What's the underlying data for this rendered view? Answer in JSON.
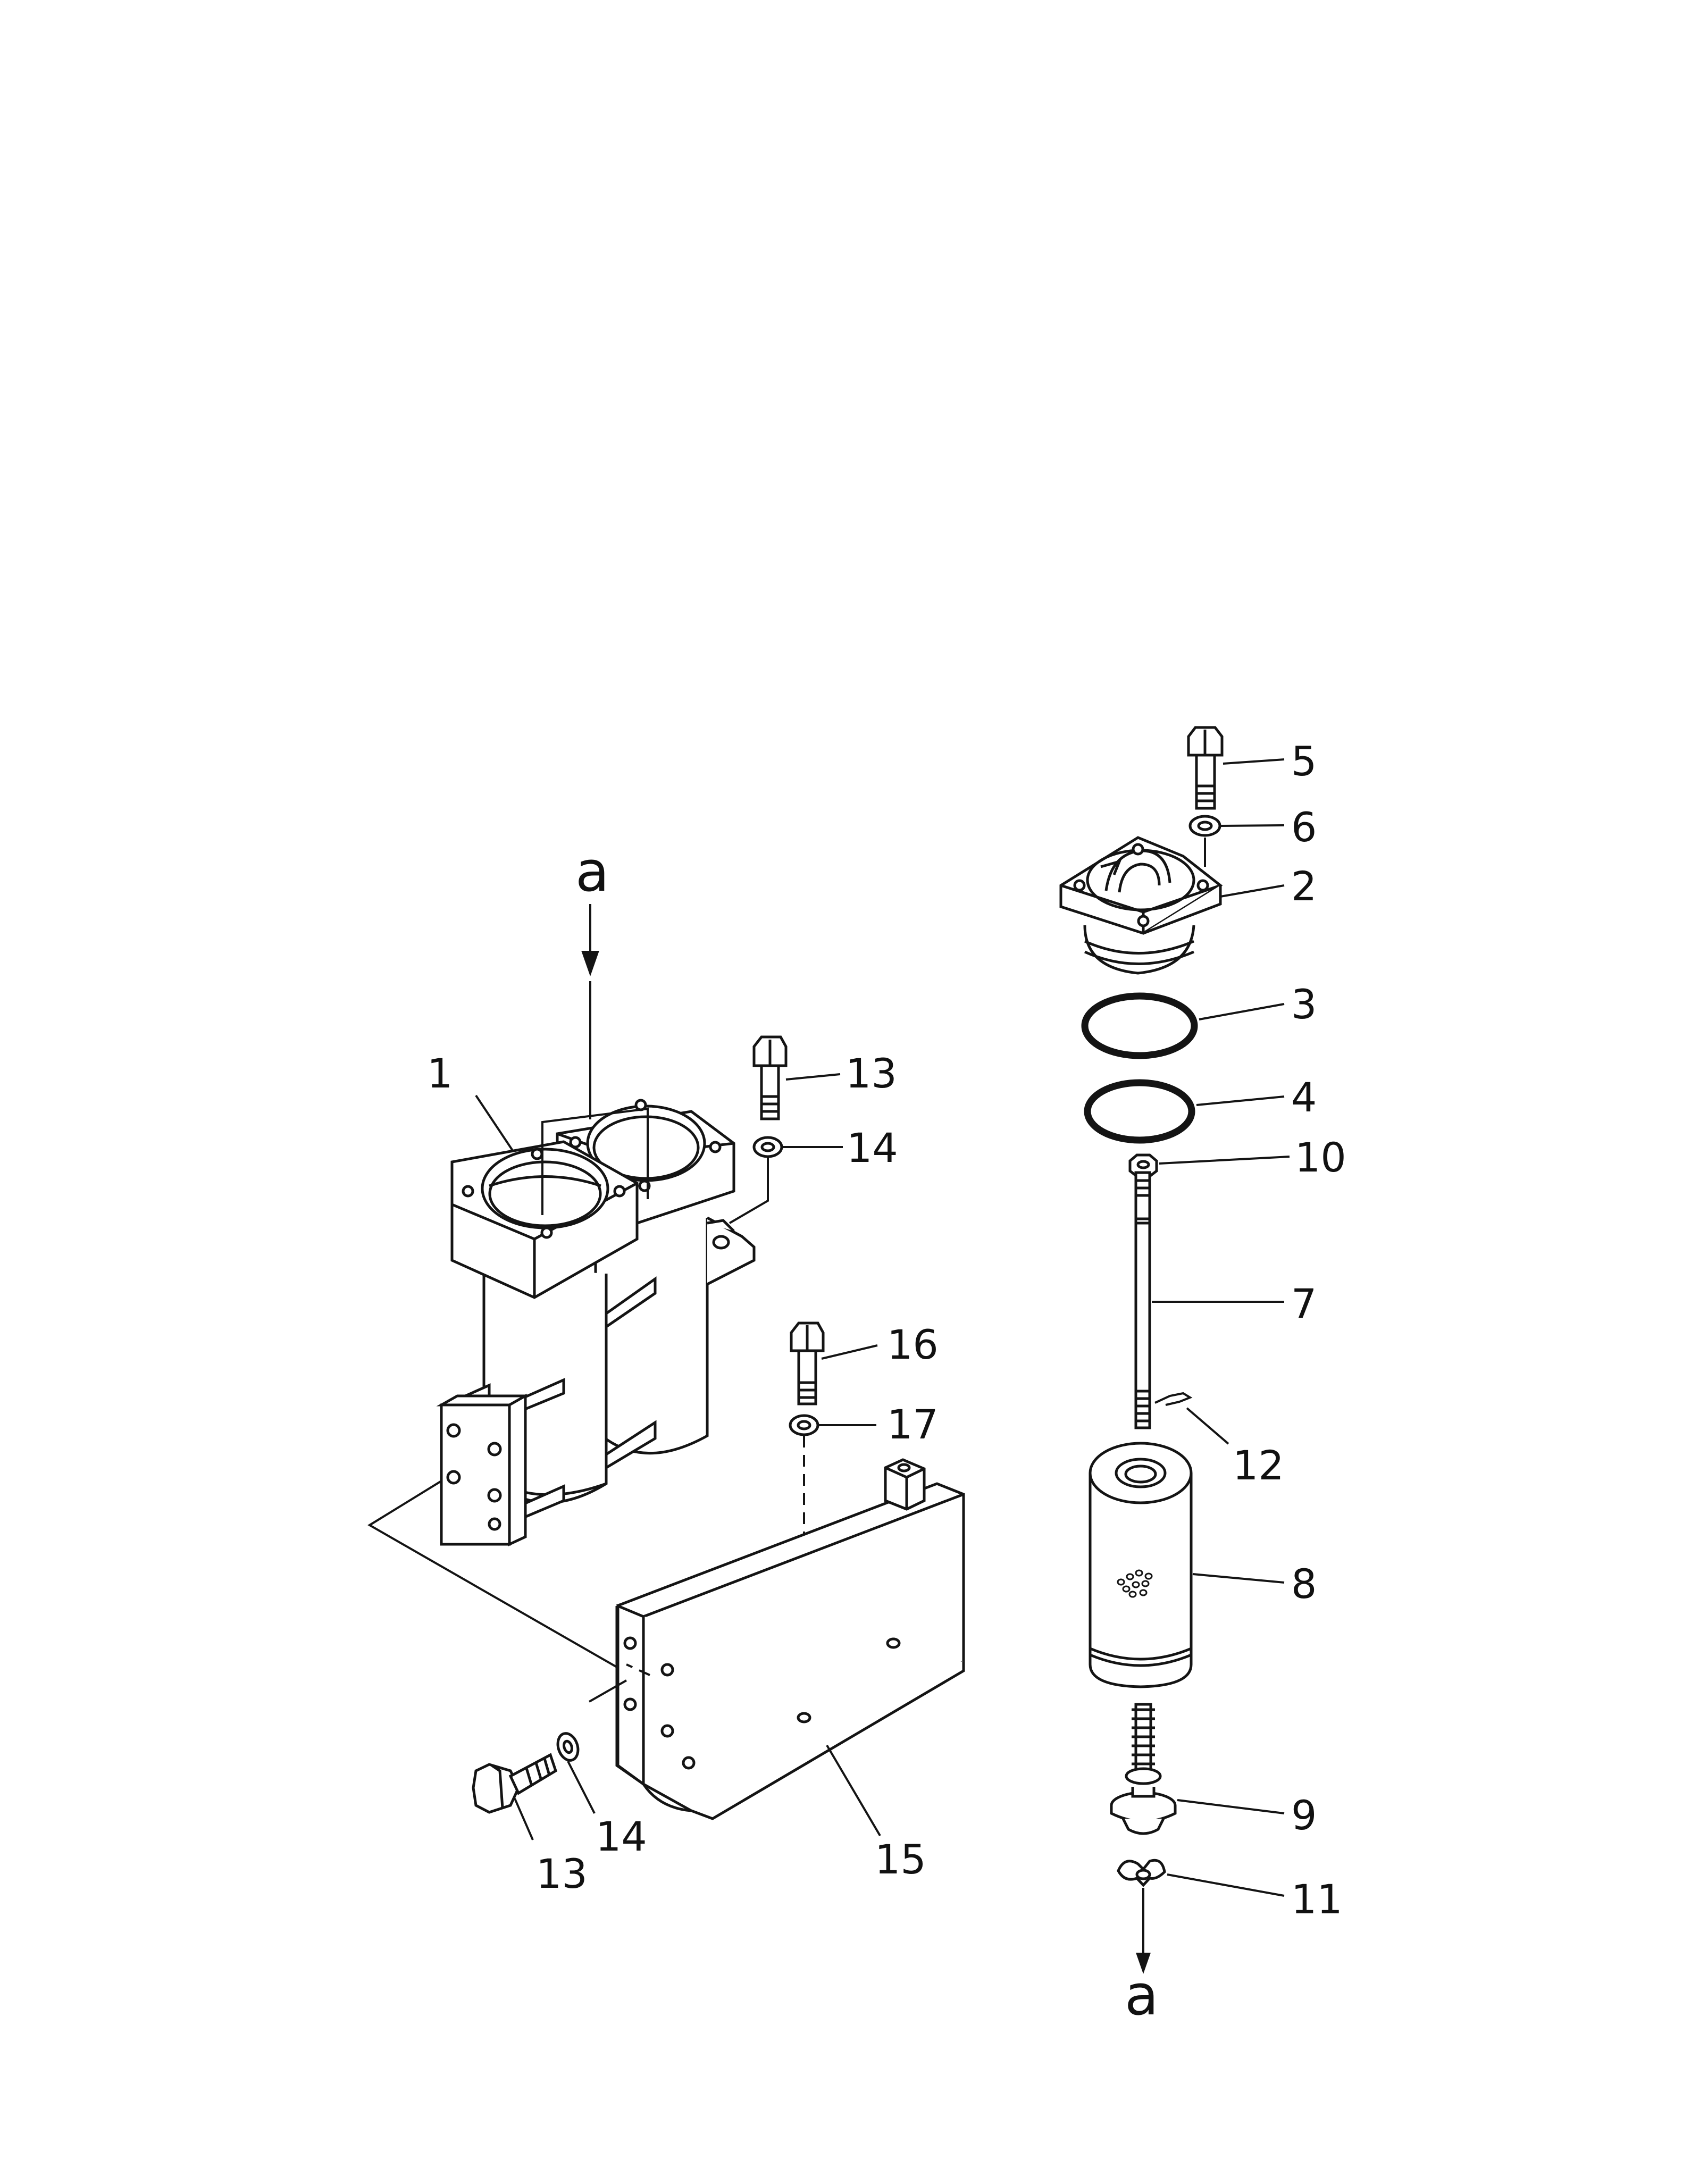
{
  "diagram": {
    "view_letters": {
      "top": "a",
      "bottom": "a"
    },
    "callouts": {
      "n1": "1",
      "n2": "2",
      "n3": "3",
      "n4": "4",
      "n5": "5",
      "n6": "6",
      "n7": "7",
      "n8": "8",
      "n9": "9",
      "n10": "10",
      "n11": "11",
      "n12": "12",
      "n13_top": "13",
      "n13_bottom": "13",
      "n14_top": "14",
      "n14_bottom": "14",
      "n15": "15",
      "n16": "16",
      "n17": "17"
    },
    "colors": {
      "line": "#141414",
      "paper": "#ffffff"
    }
  }
}
